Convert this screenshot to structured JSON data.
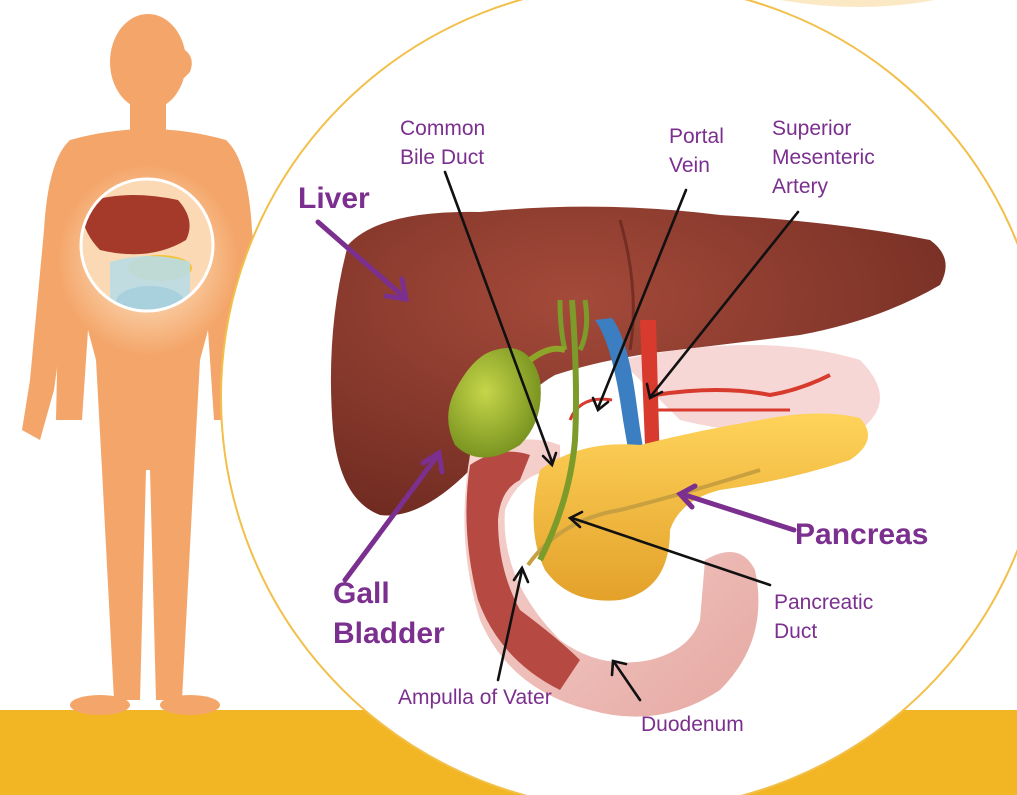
{
  "labels": {
    "liver": "Liver",
    "gall_bladder_line1": "Gall",
    "gall_bladder_line2": "Bladder",
    "pancreas": "Pancreas",
    "common_bile_duct_line1": "Common",
    "common_bile_duct_line2": "Bile Duct",
    "portal_vein_line1": "Portal",
    "portal_vein_line2": "Vein",
    "sma_line1": "Superior",
    "sma_line2": "Mesenteric",
    "sma_line3": "Artery",
    "pancreatic_duct_line1": "Pancreatic",
    "pancreatic_duct_line2": "Duct",
    "ampulla_of_vater": "Ampulla of Vater",
    "duodenum": "Duodenum"
  },
  "colors": {
    "label_purple": "#7b2f8e",
    "liver": "#8a3a2c",
    "pancreas": "#f0b43a",
    "gall_bladder": "#8fa52a",
    "duodenum": "#f2c8c4",
    "body_silhouette": "#f4a66a",
    "bottom_band": "#f2b524",
    "circle_border": "#f2c04a"
  }
}
